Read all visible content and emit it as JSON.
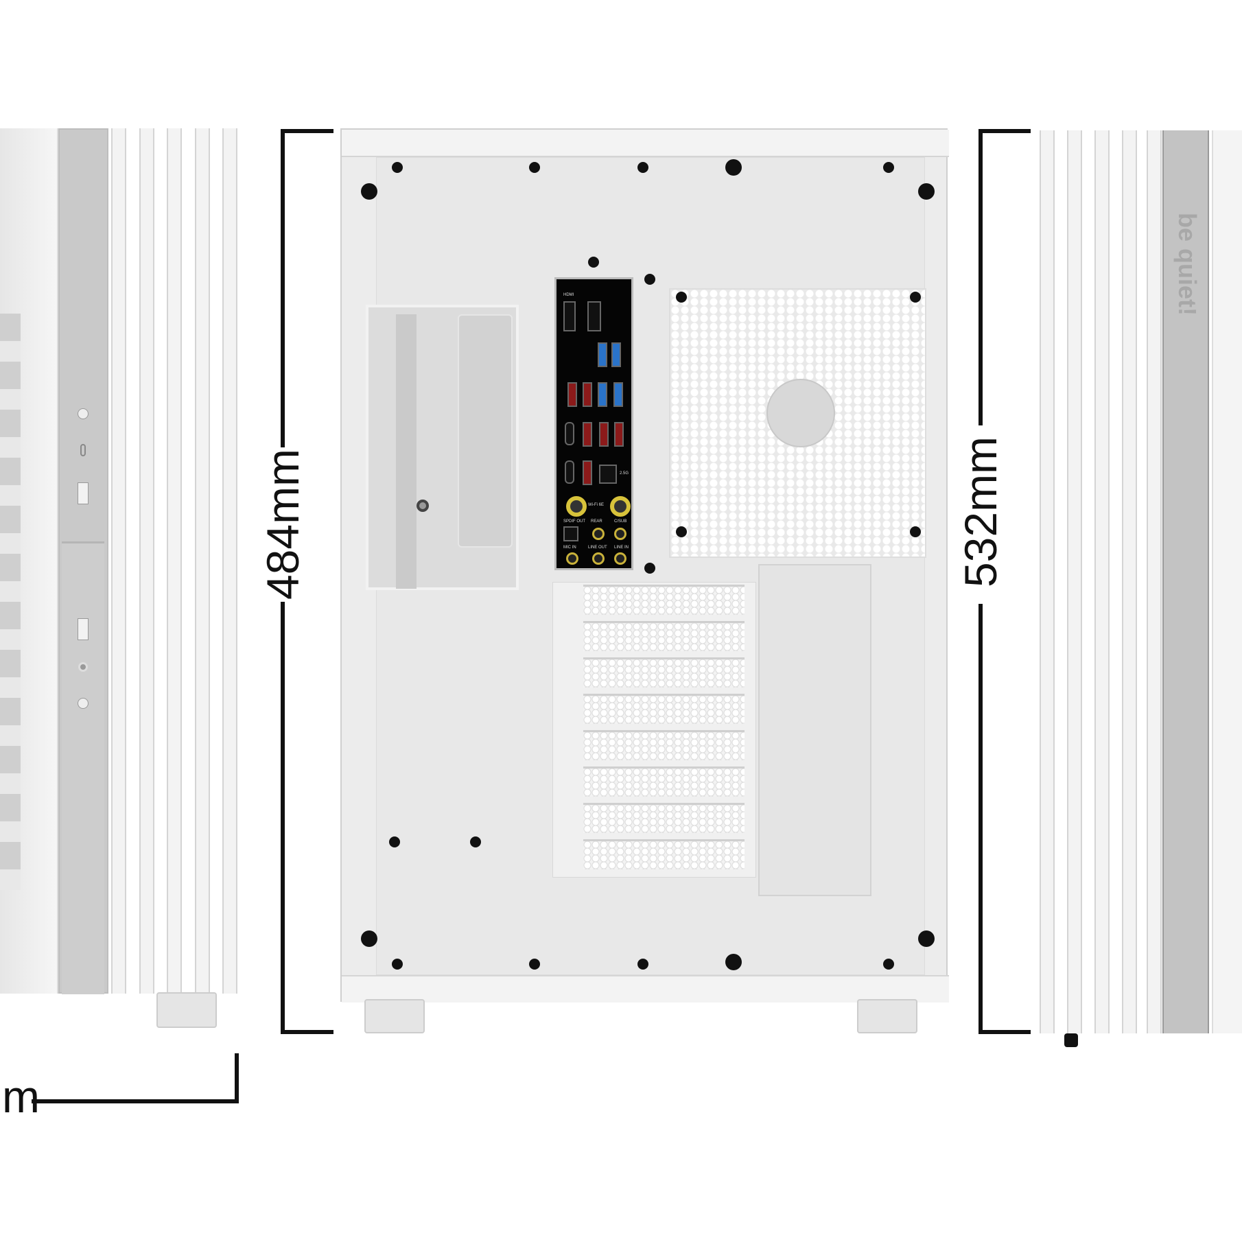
{
  "dimensions": {
    "left_partial_label": "mm",
    "center_height_label": "484mm",
    "right_height_label": "532mm"
  },
  "brand": {
    "logo_text": "be quiet!"
  },
  "io_panel": {
    "hdmi": "HDMI",
    "lan": "2.5G",
    "wifi": "Wi-Fi 6E",
    "audio": [
      "SPDIF OUT",
      "REAR",
      "C/SUB",
      "MIC IN",
      "LINE OUT",
      "LINE IN"
    ]
  }
}
